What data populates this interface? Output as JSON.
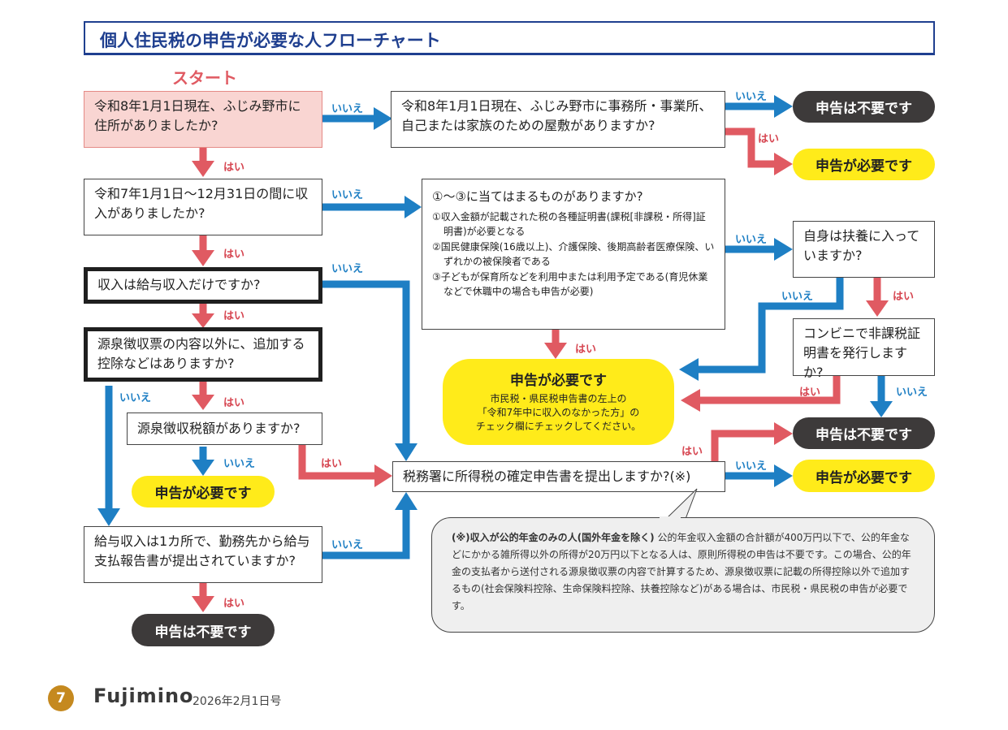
{
  "header": {
    "title": "個人住民税の申告が必要な人フローチャート",
    "start": "スタート"
  },
  "questions": {
    "q1": "令和8年1月1日現在、ふじみ野市に住所がありましたか?",
    "q2": "令和8年1月1日現在、ふじみ野市に事務所・事業所、自己または家族のための屋敷がありますか?",
    "q3": "令和7年1月1日～12月31日の間に収入がありましたか?",
    "q4": "収入は給与収入だけですか?",
    "q5": "源泉徴収票の内容以外に、追加する控除などはありますか?",
    "q6": "源泉徴収税額がありますか?",
    "q7": "給与収入は1カ所で、勤務先から給与支払報告書が提出されていますか?",
    "q8": "税務署に所得税の確定申告書を提出しますか?(※)",
    "q9": "自身は扶養に入っていますか?",
    "q10": "コンビニで非課税証明書を発行しますか?"
  },
  "conditions": {
    "title": "①～③に当てはまるものがありますか?",
    "items": [
      "①収入金額が記載された税の各種証明書(課税[非課税・所得]証明書)が必要となる",
      "②国民健康保険(16歳以上)、介護保険、後期高齢者医療保険、いずれかの被保険者である",
      "③子どもが保育所などを利用中または利用予定である(育児休業などで休職中の場合も申告が必要)"
    ]
  },
  "labels": {
    "yes": "はい",
    "no": "いいえ"
  },
  "results": {
    "not_required": "申告は不要です",
    "required": "申告が必要です"
  },
  "big_result": {
    "title": "申告が必要です",
    "lines": [
      "市民税・県民税申告書の左上の",
      "「令和7年中に収入のなかった方」の",
      "チェック欄にチェックしてください。"
    ]
  },
  "note": {
    "bold": "(※)収入が公的年金のみの人(国外年金を除く)",
    "text": "公的年金収入金額の合計額が400万円以下で、公的年金などにかかる雑所得以外の所得が20万円以下となる人は、原則所得税の申告は不要です。この場合、公的年金の支払者から送付される源泉徴収票の内容で計算するため、源泉徴収票に記載の所得控除以外で追加するもの(社会保険料控除、生命保険料控除、扶養控除など)がある場合は、市民税・県民税の申告が必要です。"
  },
  "footer": {
    "page": "7",
    "brand": "Fujimino",
    "date": "2026年2月1日号"
  },
  "colors": {
    "blue": "#1e7fc4",
    "red": "#e05a62",
    "yellow": "#ffeb1a",
    "dark": "#3d3a3a",
    "navy": "#1f3f8f"
  }
}
